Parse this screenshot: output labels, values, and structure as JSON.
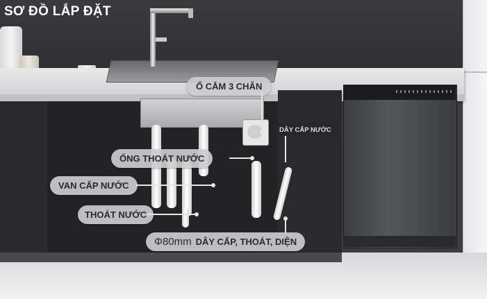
{
  "title": "SƠ ĐỒ LẮP ĐẶT",
  "labels": {
    "socket": "Ổ CẮM 3 CHÂN",
    "drain_pipe": "ỐNG THOÁT NƯỚC",
    "water_supply": "DÂY CẤP NƯỚC",
    "supply_valve": "VAN CẤP NƯỚC",
    "drain": "THOÁT NƯỚC",
    "hole_size": "Φ80mm",
    "hole_desc": "DÂY CẤP, THOÁT, DIỆN"
  },
  "colors": {
    "label_bg": "#cccccf",
    "label_text": "#2a2a2a",
    "title_text": "#ffffff"
  }
}
